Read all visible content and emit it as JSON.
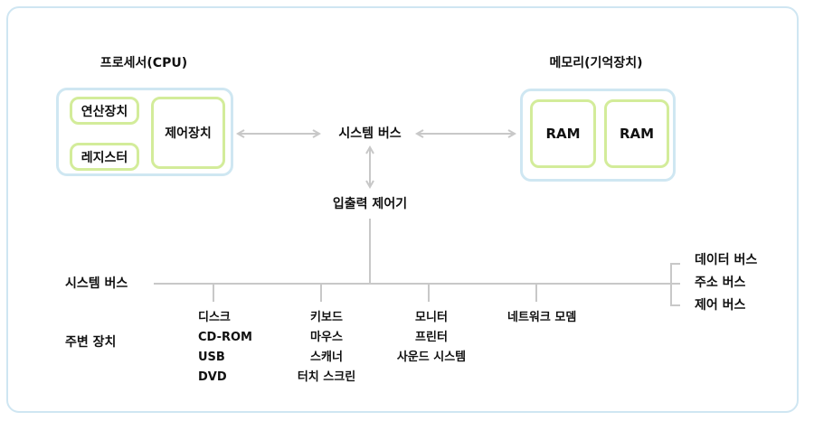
{
  "processor": {
    "title": "프로세서(CPU)",
    "alu": "연산장치",
    "register": "레지스터",
    "control_unit": "제어장치"
  },
  "memory": {
    "title": "메모리(기억장치)",
    "ram1": "RAM",
    "ram2": "RAM"
  },
  "top_bus_label": "시스템 버스",
  "io_controller": "입출력 제어기",
  "bottom_bus_label": "시스템 버스",
  "peripherals_label": "주변 장치",
  "peripheral_groups": [
    [
      "디스크",
      "CD-ROM",
      "USB",
      "DVD"
    ],
    [
      "키보드",
      "마우스",
      "스캐너",
      "터치 스크린"
    ],
    [
      "모니터",
      "프린터",
      "사운드 시스템"
    ],
    [
      "네트워크 모뎀"
    ]
  ],
  "bus_types": [
    "데이터 버스",
    "주소 버스",
    "제어 버스"
  ],
  "colors": {
    "frame": "#cfe6f2",
    "container_border": "#cfe7f2",
    "unit_border": "#d3ec9a",
    "arrow": "#c8c8c8",
    "bus_line": "#c8c8c8"
  }
}
